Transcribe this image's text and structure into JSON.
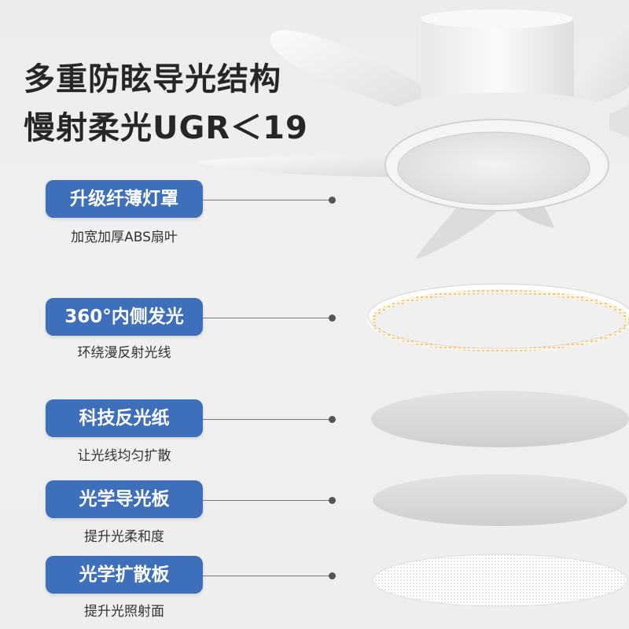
{
  "headline": {
    "line1": "多重防眩导光结构",
    "line2": "慢射柔光UGR＜19"
  },
  "layers": [
    {
      "title": "升级纤薄灯罩",
      "caption": "加宽加厚ABS扇叶"
    },
    {
      "title": "360°内侧发光",
      "caption": "环绕漫反射光线"
    },
    {
      "title": "科技反光纸",
      "caption": "让光线均匀扩散"
    },
    {
      "title": "光学导光板",
      "caption": "提升光柔和度"
    },
    {
      "title": "光学扩散板",
      "caption": "提升光照射面"
    }
  ],
  "colors": {
    "pill": "#3e6fbb",
    "headline": "#262626",
    "fan": "#f4f4f4"
  }
}
